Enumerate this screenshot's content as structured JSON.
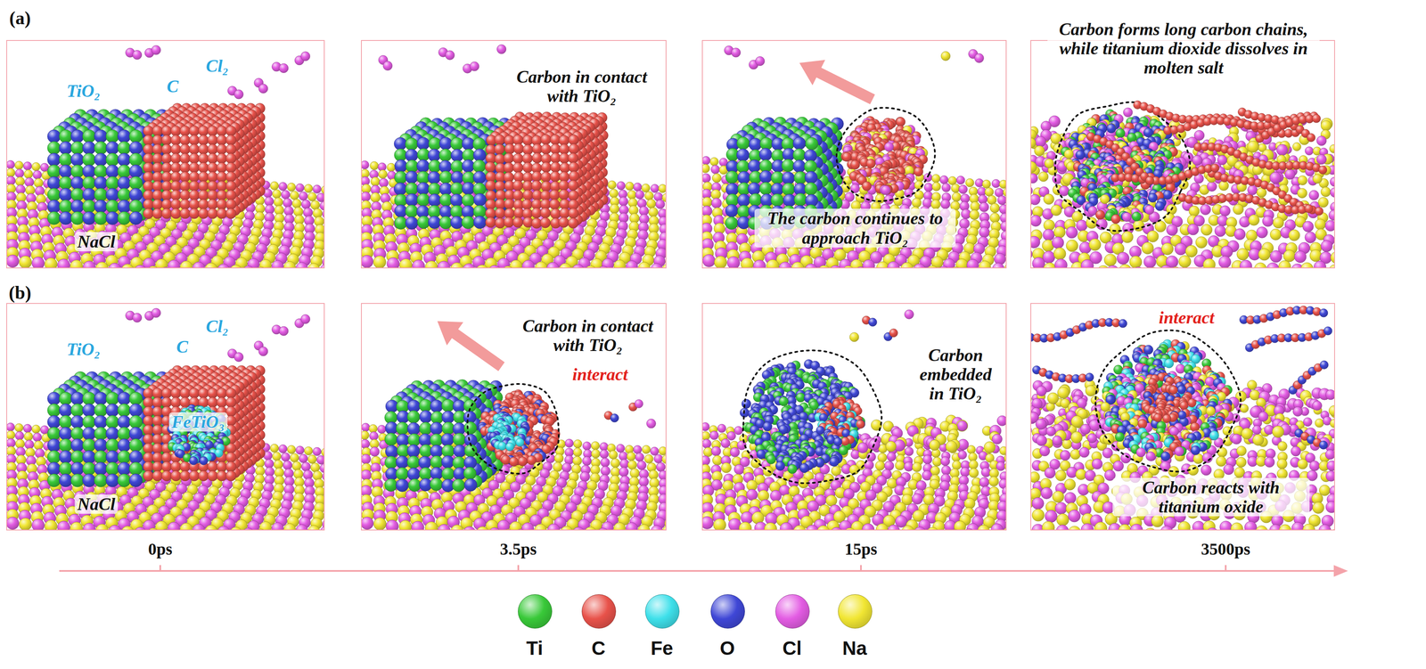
{
  "diagram": {
    "nodes": [
      {
        "text": [
          "TiO₂",
          "Cl₂",
          "C",
          "NaCl"
        ]
      },
      {
        "text": [
          "Carbon in contact with TiO₂"
        ]
      },
      {
        "text": [
          "The carbon continues to approach TiO₂"
        ]
      },
      {
        "text": [
          "Carbon forms long carbon chains, while titanium dioxide dissolves in molten salt"
        ]
      },
      {
        "text": [
          "TiO₂",
          "Cl₂",
          "C",
          "FeTiO₃",
          "NaCl"
        ]
      },
      {
        "text": [
          "Carbon in contact with TiO₂",
          "interact"
        ]
      },
      {
        "text": [
          "Carbon embedded in TiO₂"
        ]
      },
      {
        "text": [
          "interact",
          "Carbon reacts with titanium oxide"
        ]
      }
    ],
    "labels": [
      "(a)",
      "(b)",
      "0ps",
      "3.5ps",
      "15ps",
      "3500ps"
    ],
    "legend": [
      {
        "text": "Ti",
        "color": "#39c939"
      },
      {
        "text": "C",
        "color": "#e8524a"
      },
      {
        "text": "Fe",
        "color": "#3ee0ea"
      },
      {
        "text": "O",
        "color": "#3f47d6"
      },
      {
        "text": "Cl",
        "color": "#e35ce3"
      },
      {
        "text": "Na",
        "color": "#f1e633"
      }
    ]
  }
}
